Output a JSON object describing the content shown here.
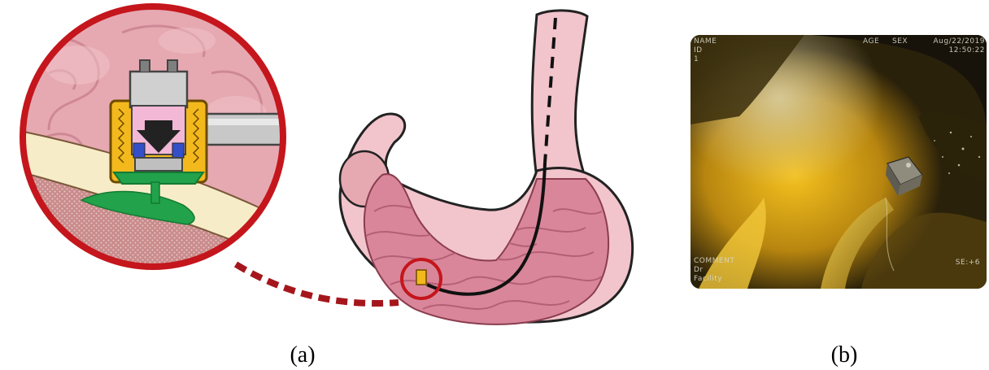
{
  "captions": {
    "left": "(a)",
    "right": "(b)"
  },
  "endoscope_overlay": {
    "name": "NAME",
    "id": "ID",
    "line3": "1",
    "age": "AGE",
    "sex": "SEX",
    "date": "Aug/22/2019",
    "time": "12:50:22",
    "comment": "COMMENT",
    "doctor": "Dr",
    "facility": "Facility",
    "se": "SE:+6"
  },
  "colors": {
    "callout_red": "#c4161c",
    "stomach_pink": "#f2c4cc",
    "rugae": "#d9869a",
    "capsule_yellow": "#f3b91c",
    "mucosa_cream": "#f7ecc8",
    "bleed_green": "#22a24a"
  }
}
